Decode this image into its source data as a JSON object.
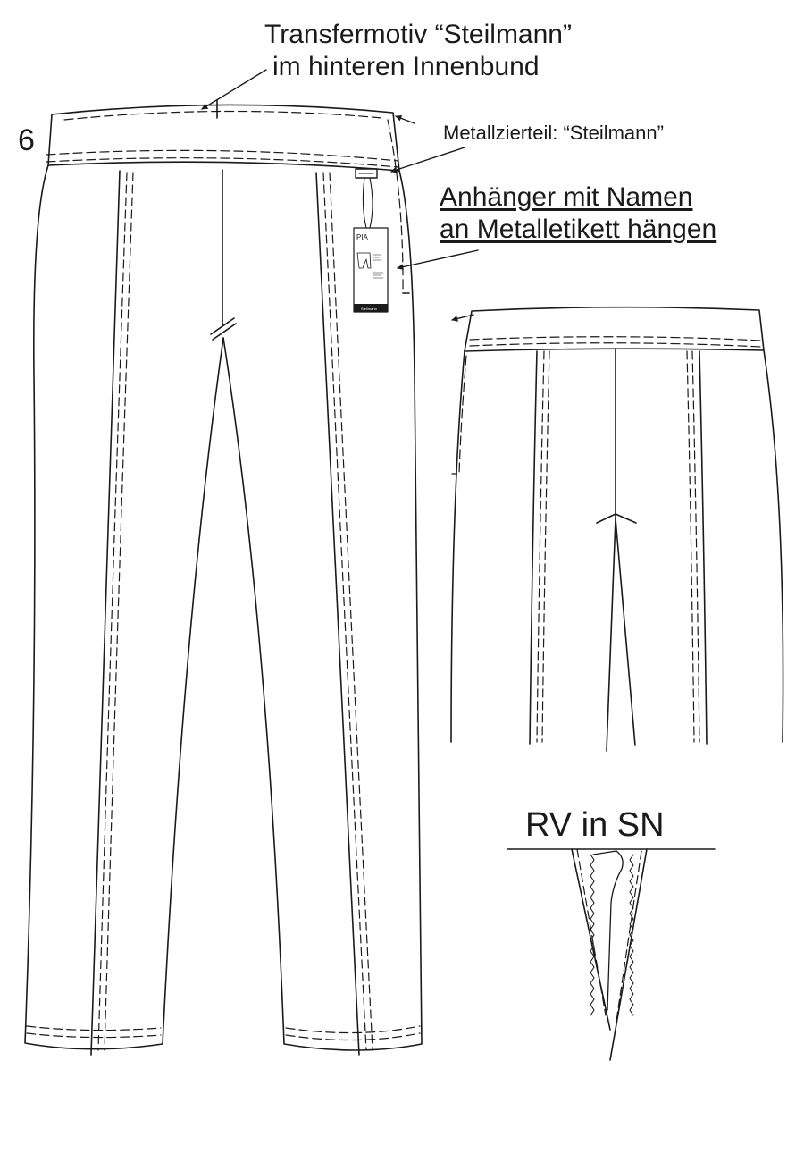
{
  "labels": {
    "transfer_line1": "Transfermotiv “Steilmann”",
    "transfer_line2": "im hinteren Innenbund",
    "figure_number": "6",
    "metal_part": "Metallzierteil: “Steilmann”",
    "tag_line1": "Anhänger mit Namen",
    "tag_line2": "an Metalletikett hängen",
    "zipper": "RV in SN"
  },
  "hangtag": {
    "brand": "PIA",
    "footer": "Steilmann"
  },
  "colors": {
    "line": "#1a1a1a",
    "background": "#ffffff"
  }
}
